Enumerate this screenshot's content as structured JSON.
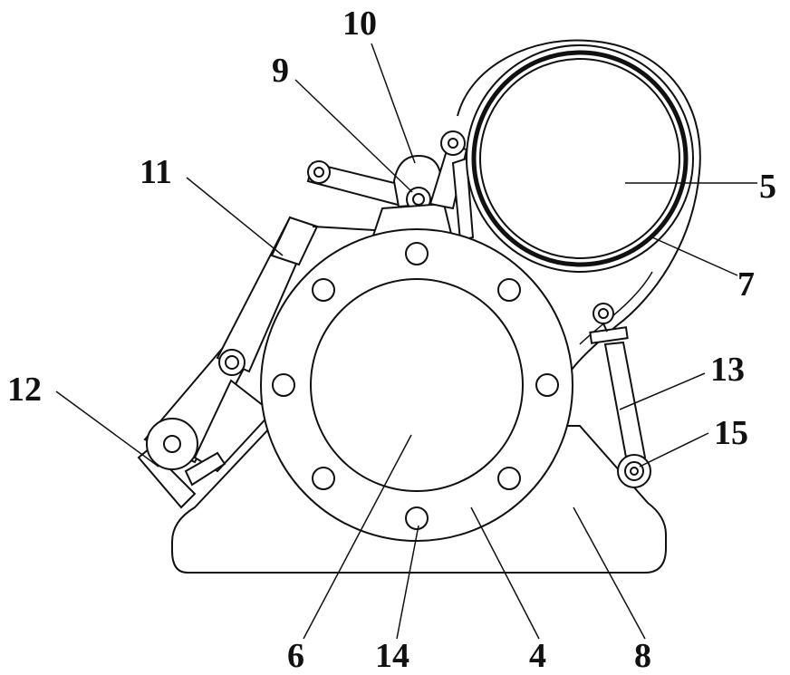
{
  "labels": {
    "l10": "10",
    "l9": "9",
    "l11": "11",
    "l5": "5",
    "l7": "7",
    "l12": "12",
    "l13": "13",
    "l15": "15",
    "l6": "6",
    "l14": "14",
    "l4": "4",
    "l8": "8"
  },
  "colors": {
    "line": "#111111",
    "background": "#ffffff"
  }
}
